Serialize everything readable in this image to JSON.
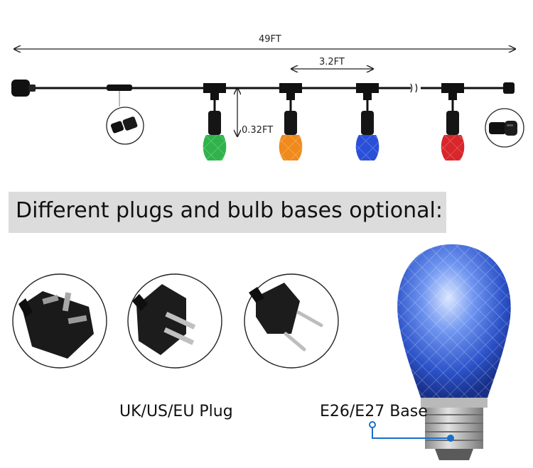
{
  "diagram": {
    "total_length_label": "49FT",
    "spacing_label": "3.2FT",
    "drop_label": "0.32FT",
    "bulb_colors": [
      "#2fb34a",
      "#f08a1c",
      "#2a4fd8",
      "#d8262a"
    ]
  },
  "banner": {
    "text": "Different plugs and bulb bases optional:"
  },
  "captions": {
    "plugs": "UK/US/EU Plug",
    "base": "E26/E27 Base"
  },
  "colors": {
    "cable": "#111111",
    "bulb_blue": "#2f5fd0",
    "callout": "#1a6fc8"
  }
}
